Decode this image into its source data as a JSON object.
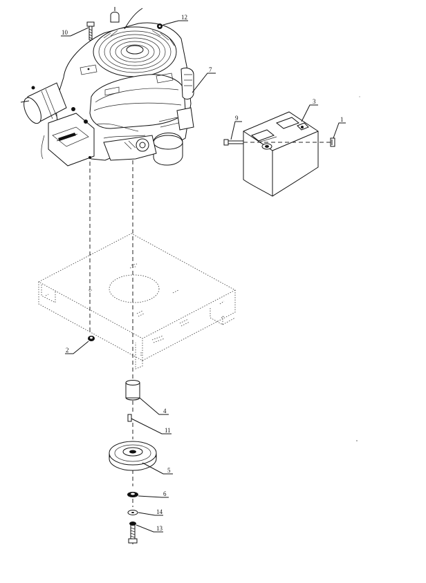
{
  "callouts": {
    "c1": "1",
    "c2": "2",
    "c3": "3",
    "c4": "4",
    "c5": "5",
    "c6": "6",
    "c7": "7",
    "c9": "9",
    "c10": "10",
    "c11": "11",
    "c12": "12",
    "c13": "13",
    "c14": "14"
  }
}
